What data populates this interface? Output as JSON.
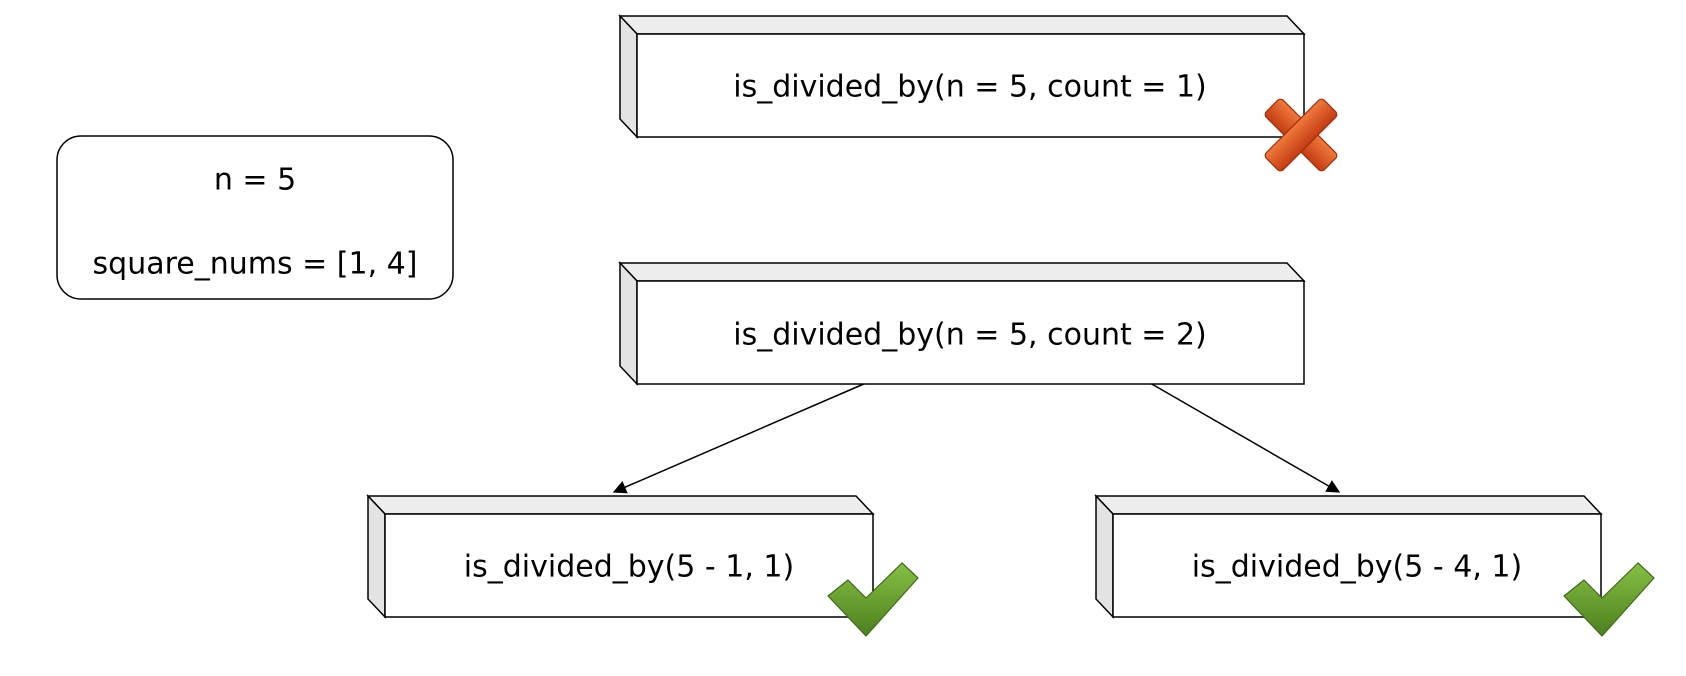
{
  "state": {
    "n": "n = 5",
    "square_nums": "square_nums = [1, 4]"
  },
  "calls": {
    "top": {
      "label": "is_divided_by(n = 5, count = 1)",
      "status": "fail",
      "status_icon": "cross-icon"
    },
    "middle": {
      "label": "is_divided_by(n = 5, count = 2)"
    },
    "left": {
      "label": "is_divided_by(5 - 1, 1)",
      "status": "pass",
      "status_icon": "checkmark-icon"
    },
    "right": {
      "label": "is_divided_by(5 - 4, 1)",
      "status": "pass",
      "status_icon": "checkmark-icon"
    }
  },
  "edges": [
    {
      "from": "middle",
      "to": "left"
    },
    {
      "from": "middle",
      "to": "right"
    }
  ],
  "colors": {
    "box_front": "#ffffff",
    "box_side": "#ededed",
    "stroke": "#000000",
    "cross": "#d9531e",
    "check": "#5f9a2c"
  }
}
